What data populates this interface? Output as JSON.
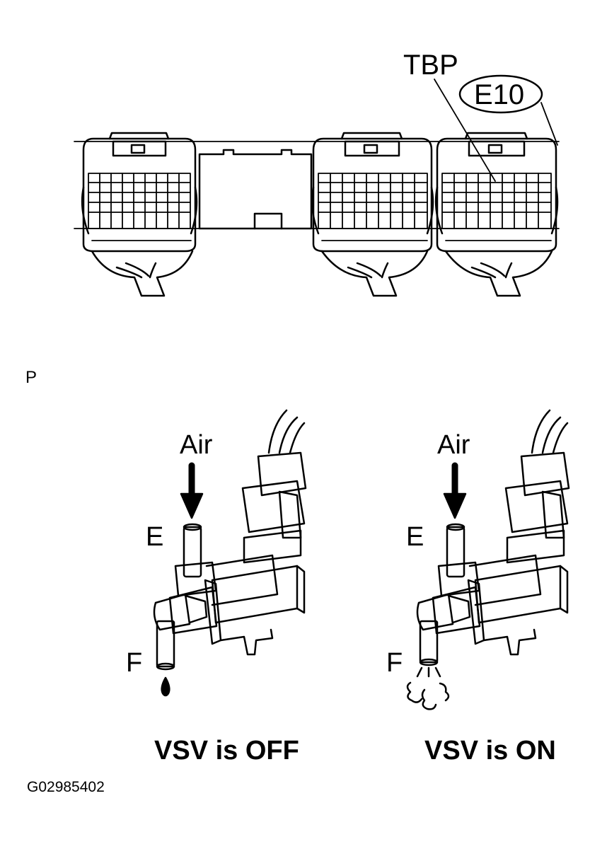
{
  "connector": {
    "terminal_label": "TBP",
    "connector_id": "E10"
  },
  "section_letter": "P",
  "vsv_off": {
    "air_label": "Air",
    "port_e": "E",
    "port_f": "F",
    "caption": "VSV is OFF"
  },
  "vsv_on": {
    "air_label": "Air",
    "port_e": "E",
    "port_f": "F",
    "caption": "VSV is ON"
  },
  "figure_code": "G02985402",
  "colors": {
    "ink": "#000000",
    "paper": "#ffffff"
  }
}
